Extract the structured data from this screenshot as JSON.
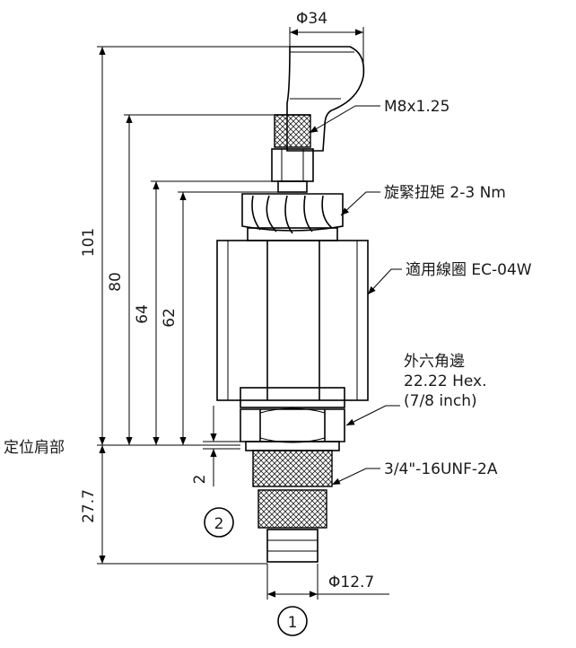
{
  "dimensions": {
    "top_diameter": "Φ34",
    "total_length": "101",
    "thread_length": "80",
    "nut_length": "64",
    "coil_length": "62",
    "shoulder": "2",
    "cartridge_length": "27.7",
    "stem_diameter": "Φ12.7"
  },
  "callouts": {
    "thread_spec": "M8x1.25",
    "torque": "旋緊扭矩 2-3 Nm",
    "coil": "適用線圈 EC-04W",
    "hex_line1": "外六角邊",
    "hex_line2": "22.22 Hex.",
    "hex_line3": "(7/8 inch)",
    "unf_thread": "3/4\"-16UNF-2A",
    "locating_shoulder": "定位肩部"
  },
  "ports": {
    "port_2": "2",
    "port_1": "1"
  }
}
